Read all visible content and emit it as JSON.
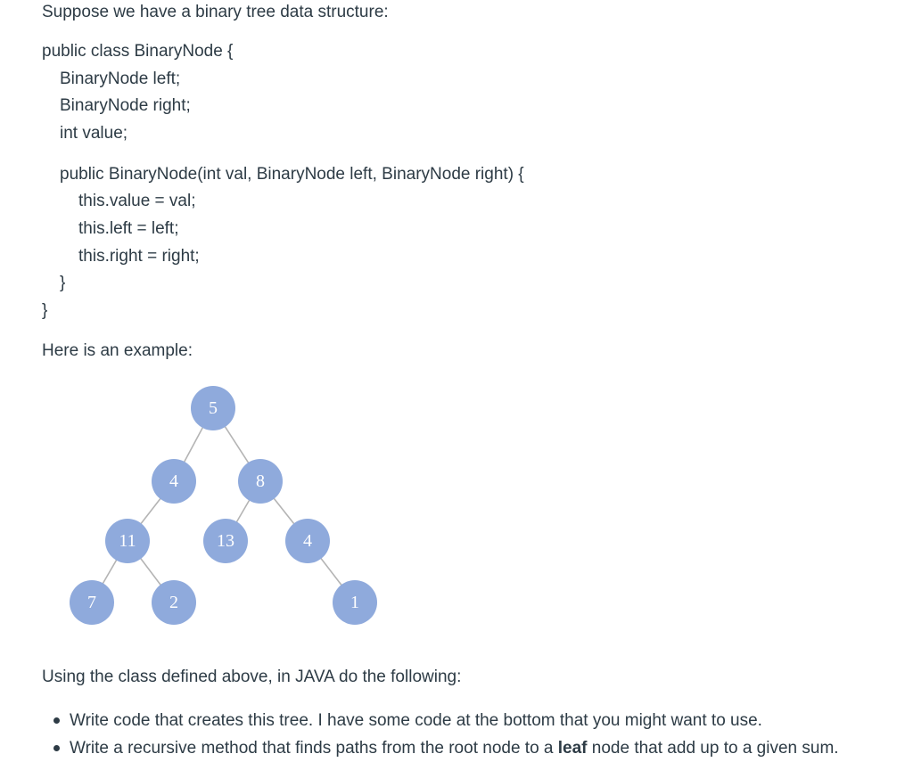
{
  "intro": "Suppose we have a binary tree data structure:",
  "code": [
    "public class BinaryNode {",
    "BinaryNode left;",
    "BinaryNode right;",
    "int value;",
    "public BinaryNode(int val, BinaryNode left, BinaryNode right) {",
    "this.value = val;",
    "this.left = left;",
    "this.right = right;",
    "}",
    "}"
  ],
  "example_label": "Here is an example:",
  "tree": {
    "node_color": "#8faadc",
    "edge_color": "#b4b4b4",
    "text_color": "#ffffff",
    "nodes": [
      "5",
      "4",
      "8",
      "11",
      "13",
      "4",
      "7",
      "2",
      "1"
    ]
  },
  "instructions_intro": "Using the class defined above, in JAVA do the following:",
  "bullets": [
    {
      "text": "Write code that creates this tree.  I have some code at the bottom that you might want to use."
    },
    {
      "before": "Write a recursive method that finds paths from the root node to a ",
      "bold": "leaf",
      "after": " node that add up to a given sum."
    }
  ]
}
